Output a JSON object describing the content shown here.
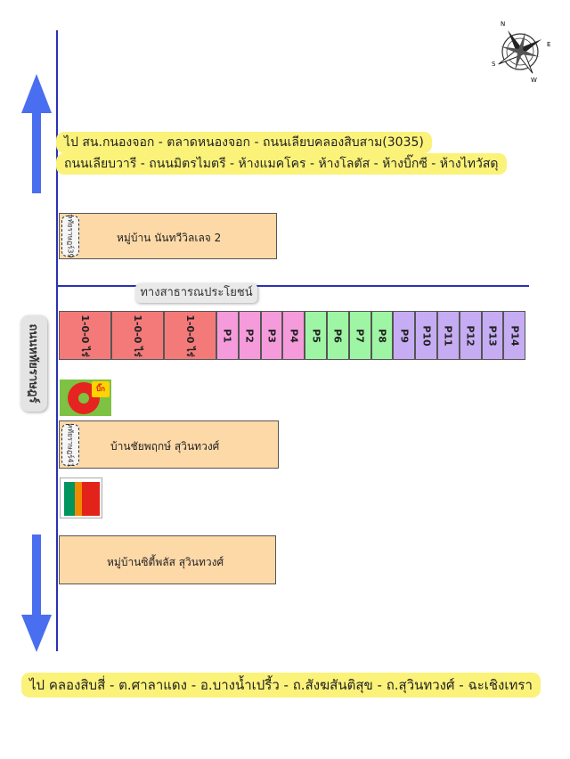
{
  "top_destination": {
    "line1": "ไป สน.กนองจอก - ตลาดหนองจอก -  ถนนเลียบคลองสิบสาม(3035)",
    "line2": "ถนนเลียบวารี - ถนนมิตรไมตรี - ห้างแมคโคร - ห้างโลตัส - ห้างบิ๊กซี - ห้างไทวัสดุ"
  },
  "bottom_destination": {
    "line1": "ไป คลองสิบสี่ - ต.ศาลาแดง - อ.บางน้ำเปรี้ว - ถ.สังฆสันติสุข - ถ.สุวินทวงศ์ - ฉะเชิงเทรา"
  },
  "road": {
    "name": "ถนนหทัยราษฎร์"
  },
  "public_way": {
    "label": "ทางสาธารณประโยชน์"
  },
  "villages": [
    {
      "soi": "หทัยราษฎร์39",
      "name": "หมู่บ้าน นันทวีวิลเลจ 2"
    },
    {
      "soi": "หทัยราษฎร์41",
      "name": "บ้านชัยพฤกษ์ สุวินทวงศ์"
    },
    {
      "soi": "",
      "name": "หมู่บ้านซิตี้พลัส สุวินทวงศ์"
    }
  ],
  "plots": [
    {
      "label": "1-0-0 ไร่",
      "color": "#f47a7a"
    },
    {
      "label": "1-0-0 ไร่",
      "color": "#f47a7a"
    },
    {
      "label": "1-0-0 ไร่",
      "color": "#f47a7a"
    },
    {
      "label": "P1",
      "color": "#f59bdc"
    },
    {
      "label": "P2",
      "color": "#f59bdc"
    },
    {
      "label": "P3",
      "color": "#f59bdc"
    },
    {
      "label": "P4",
      "color": "#f59bdc"
    },
    {
      "label": "P5",
      "color": "#9ef5a4"
    },
    {
      "label": "P6",
      "color": "#9ef5a4"
    },
    {
      "label": "P7",
      "color": "#9ef5a4"
    },
    {
      "label": "P8",
      "color": "#9ef5a4"
    },
    {
      "label": "P9",
      "color": "#c6acf3"
    },
    {
      "label": "P10",
      "color": "#c6acf3"
    },
    {
      "label": "P11",
      "color": "#c6acf3"
    },
    {
      "label": "P12",
      "color": "#c6acf3"
    },
    {
      "label": "P13",
      "color": "#c6acf3"
    },
    {
      "label": "P14",
      "color": "#c6acf3"
    }
  ],
  "landmarks": {
    "bigc_icon": "bigc-logo-icon",
    "seven_eleven_icon": "seven-eleven-logo-icon"
  },
  "compass": {
    "n": "N",
    "e": "E",
    "s": "S",
    "w": "W"
  },
  "colors": {
    "road_line": "#2b32b2",
    "arrow": "#4a6ef0",
    "highlight": "#fbf27a",
    "village_box": "#fdd9a7"
  }
}
